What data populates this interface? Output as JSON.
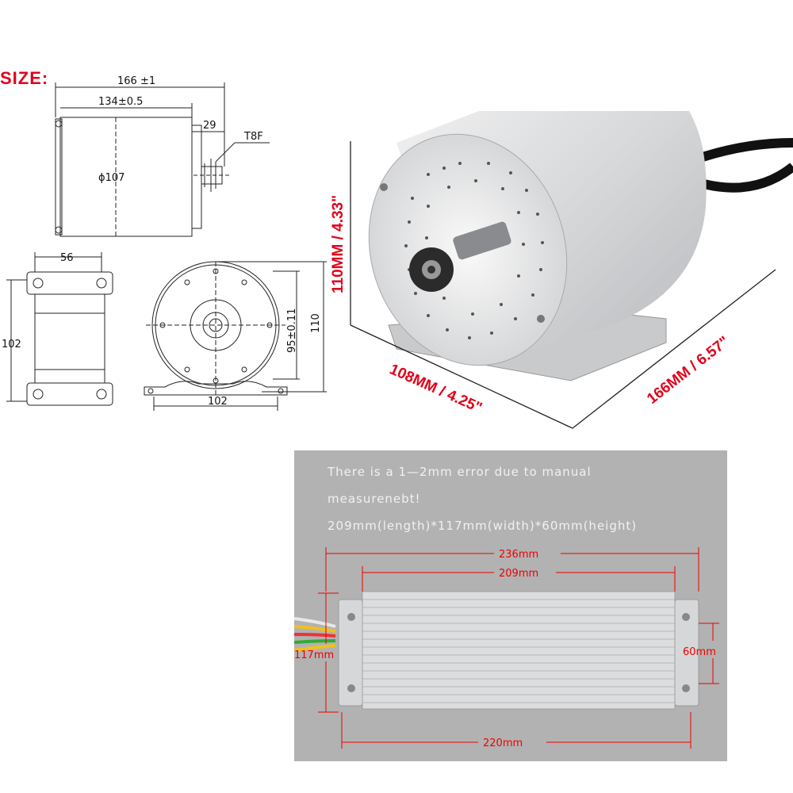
{
  "title": "SIZE:",
  "drawing": {
    "overall_length": "166 ±1",
    "body_length": "134±0.5",
    "shaft_length": "29",
    "sprocket": "T8F",
    "diameter": "ϕ107",
    "base_width": "56",
    "base_length": "102",
    "mount_spacing": "95±0.11",
    "height": "110",
    "front_base_width": "102"
  },
  "motor_dims": {
    "height": "110MM / 4.33\"",
    "width": "108MM / 4.25\"",
    "length": "166MM / 6.57\""
  },
  "controller": {
    "note_line1": "There is a 1—2mm error due to manual",
    "note_line2": "measurenebt!",
    "note_line3": "209mm(length)*117mm(width)*60mm(height)",
    "overall": "236mm",
    "body": "209mm",
    "base": "220mm",
    "width": "117mm",
    "height": "60mm"
  },
  "colors": {
    "accent": "#e2001a",
    "panel": "#b2b2b2"
  }
}
